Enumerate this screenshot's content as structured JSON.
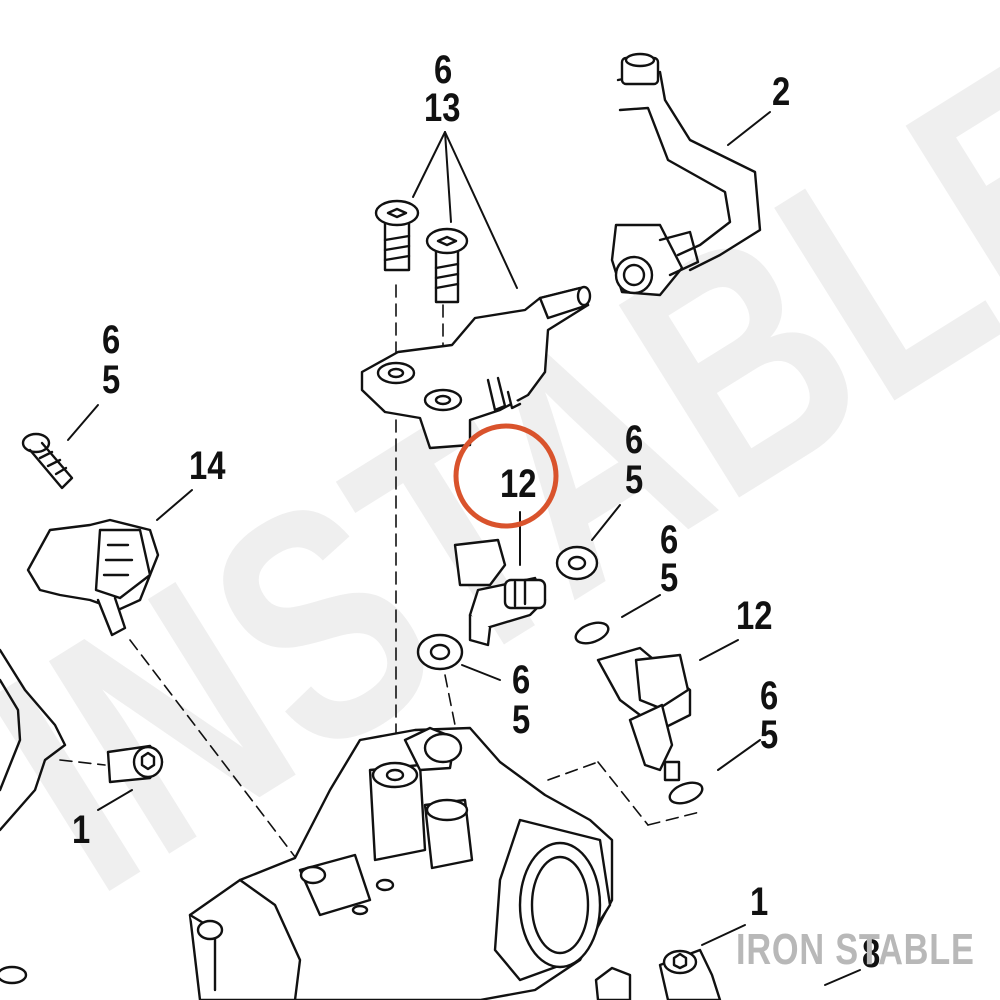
{
  "watermark": {
    "text": "INSTABLE",
    "color": "#efefef"
  },
  "brand": {
    "text": "IRON STABLE",
    "color": "#b8b8b8"
  },
  "highlight": {
    "callout": "12",
    "color": "#d9532c"
  },
  "callouts": {
    "top_a": "6",
    "top_b": "13",
    "hose": "2",
    "left_a": "6",
    "left_b": "5",
    "sensor": "14",
    "circled": "12",
    "washer_right_a": "6",
    "washer_right_b": "5",
    "oring_top_a": "6",
    "oring_top_b": "5",
    "injector_right": "12",
    "washer_left_a": "6",
    "washer_left_b": "5",
    "oring_bottom_a": "6",
    "oring_bottom_b": "5",
    "bolt_left": "1",
    "bolt_bottom": "1",
    "bottom_right": "8"
  }
}
